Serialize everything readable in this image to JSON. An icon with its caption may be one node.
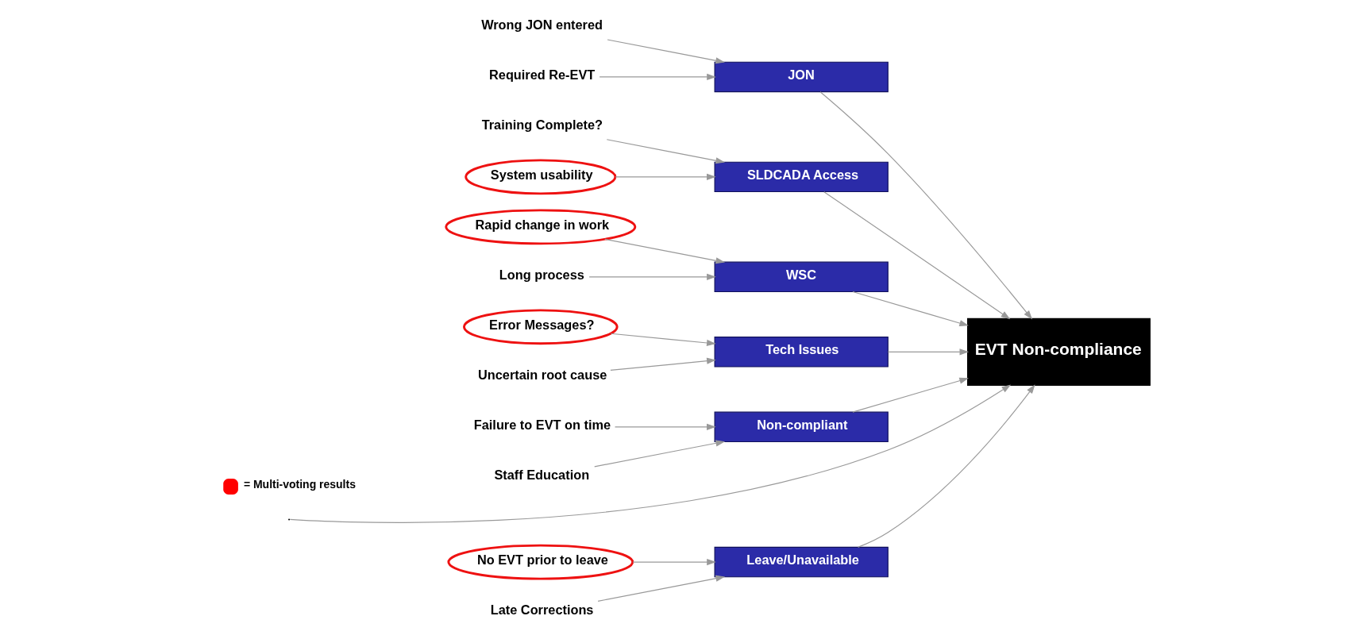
{
  "diagram": {
    "nodes": [
      {
        "text": [
          "Leave/Unavailable"
        ]
      },
      {
        "text": [
          "JON"
        ]
      },
      {
        "text": [
          "SLDCADA Access"
        ]
      },
      {
        "text": [
          "No EVT prior to leave"
        ]
      },
      {
        "text": [
          "Wrong JON entered"
        ]
      },
      {
        "text": [
          "Training Complete?"
        ]
      },
      {
        "text": [
          "Late Corrections"
        ]
      },
      {
        "text": [
          "Required Re-EVT"
        ]
      },
      {
        "text": [
          "System usability"
        ]
      },
      {
        "text": [
          "EVT Non-compliance"
        ]
      },
      {
        "text": [
          "Rapid change in work"
        ]
      },
      {
        "text": [
          "Error Messages?"
        ]
      },
      {
        "text": [
          "Failure to EVT on time"
        ]
      },
      {
        "text": [
          "Long process"
        ]
      },
      {
        "text": [
          "Uncertain root cause"
        ]
      },
      {
        "text": [
          "Staff Education"
        ]
      },
      {
        "text": [
          "WSC"
        ]
      },
      {
        "text": [
          "Tech Issues"
        ]
      },
      {
        "text": [
          "Non-compliant"
        ]
      }
    ],
    "edges": [
      {
        "from": 3,
        "to": 0,
        "arrow": "to"
      },
      {
        "from": 6,
        "to": 0,
        "arrow": "to"
      },
      {
        "from": 4,
        "to": 1,
        "arrow": "to"
      },
      {
        "from": 7,
        "to": 1,
        "arrow": "to"
      },
      {
        "from": 5,
        "to": 2,
        "arrow": "to"
      },
      {
        "from": 8,
        "to": 2,
        "arrow": "to"
      },
      {
        "from": 10,
        "to": 16,
        "arrow": "to"
      },
      {
        "from": 13,
        "to": 16,
        "arrow": "to"
      },
      {
        "from": 11,
        "to": 17,
        "arrow": "to"
      },
      {
        "from": 14,
        "to": 17,
        "arrow": "to"
      },
      {
        "from": 12,
        "to": 18,
        "arrow": "to"
      },
      {
        "from": 15,
        "to": 18,
        "arrow": "to"
      },
      {
        "from": 0,
        "to": 9,
        "arrow": "to"
      },
      {
        "from": 16,
        "to": 9,
        "arrow": "to"
      },
      {
        "from": 1,
        "to": 9,
        "arrow": "to"
      },
      {
        "from": 17,
        "to": 9,
        "arrow": "to"
      },
      {
        "from": 2,
        "to": 9,
        "arrow": "to"
      },
      {
        "from": 18,
        "to": 9,
        "arrow": "to"
      },
      {
        "from": null,
        "to": 9,
        "arrow": "to"
      }
    ],
    "legend": [
      {
        "text": "= Multi-voting results",
        "color": "#ff0000"
      }
    ]
  }
}
